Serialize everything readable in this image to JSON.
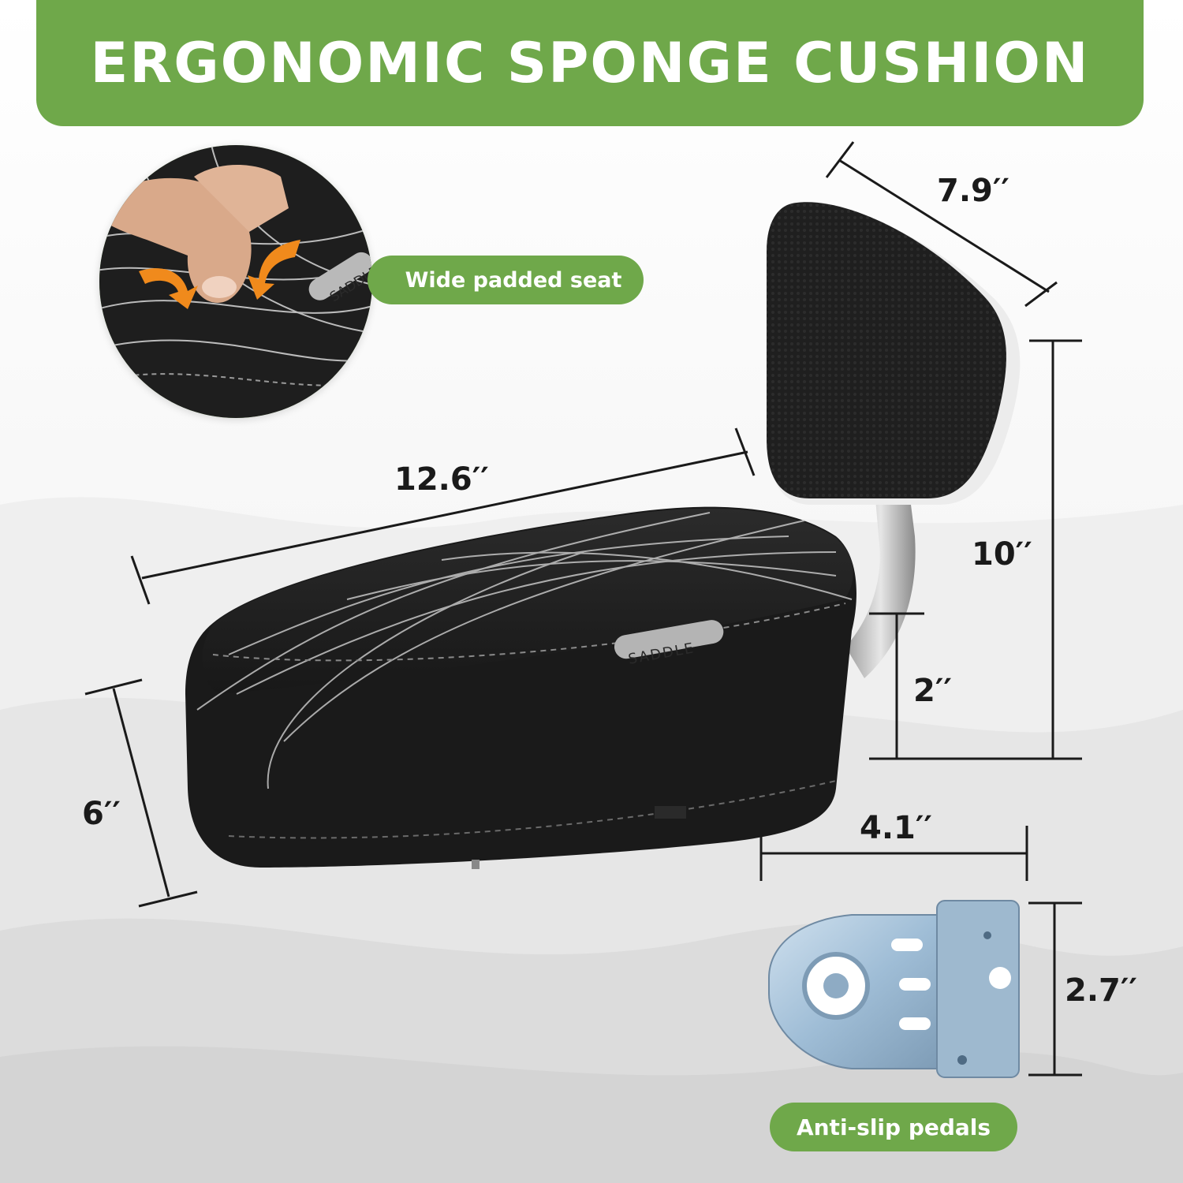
{
  "banner": {
    "title": "ERGONOMIC SPONGE CUSHION"
  },
  "callouts": {
    "seat": "Wide padded seat",
    "pedals": "Anti-slip pedals"
  },
  "dimensions": {
    "backrest_width": "7.9′′",
    "seat_length": "12.6′′",
    "total_height": "10′′",
    "post_height": "2′′",
    "seat_width": "6′′",
    "pedal_width": "4.1′′",
    "pedal_height": "2.7′′"
  },
  "product": {
    "saddle_label": "SADDLE"
  },
  "colors": {
    "accent_green": "#6fa84a",
    "seat_black": "#1c1c1c",
    "arrow_orange": "#f08a1c",
    "pedal_blue": "#a9c6de"
  }
}
